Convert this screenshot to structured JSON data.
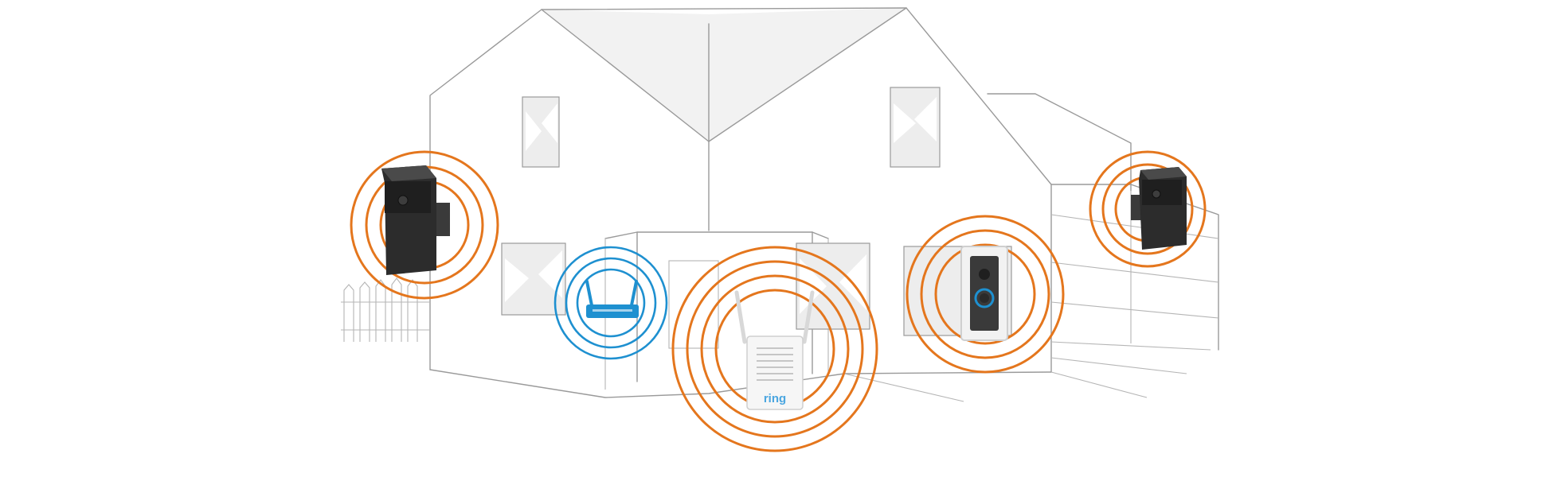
{
  "scene": {
    "colors": {
      "signal_ring": "#e4761d",
      "wifi_ring": "#1e90d0",
      "outline": "#9a9a9a",
      "device_dark": "#2b2b2b",
      "device_light": "#f4f4f4"
    },
    "devices": [
      {
        "name": "stick-up-cam-left",
        "icon": "battery-camera-icon"
      },
      {
        "name": "wifi-router",
        "icon": "router-icon"
      },
      {
        "name": "chime-pro",
        "icon": "chime-icon",
        "brand_label": "ring"
      },
      {
        "name": "video-doorbell-pro",
        "icon": "doorbell-icon"
      },
      {
        "name": "stick-up-cam-right",
        "icon": "battery-camera-icon"
      }
    ]
  }
}
